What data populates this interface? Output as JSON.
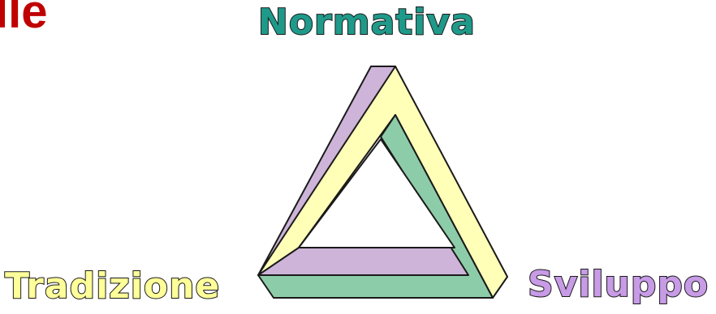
{
  "page": {
    "corner_text": "lle"
  },
  "diagram": {
    "labels": {
      "top": "Normativa",
      "left": "Tradizione",
      "right": "Sviluppo"
    },
    "colors": {
      "top_label": "#1f9a8a",
      "left_label": "#ffff99",
      "right_label": "#c79be6",
      "purple_bar": "#cdb4d8",
      "yellow_bar": "#ffffb8",
      "green_bar": "#8dcca8",
      "corner_text": "#c00000"
    }
  }
}
